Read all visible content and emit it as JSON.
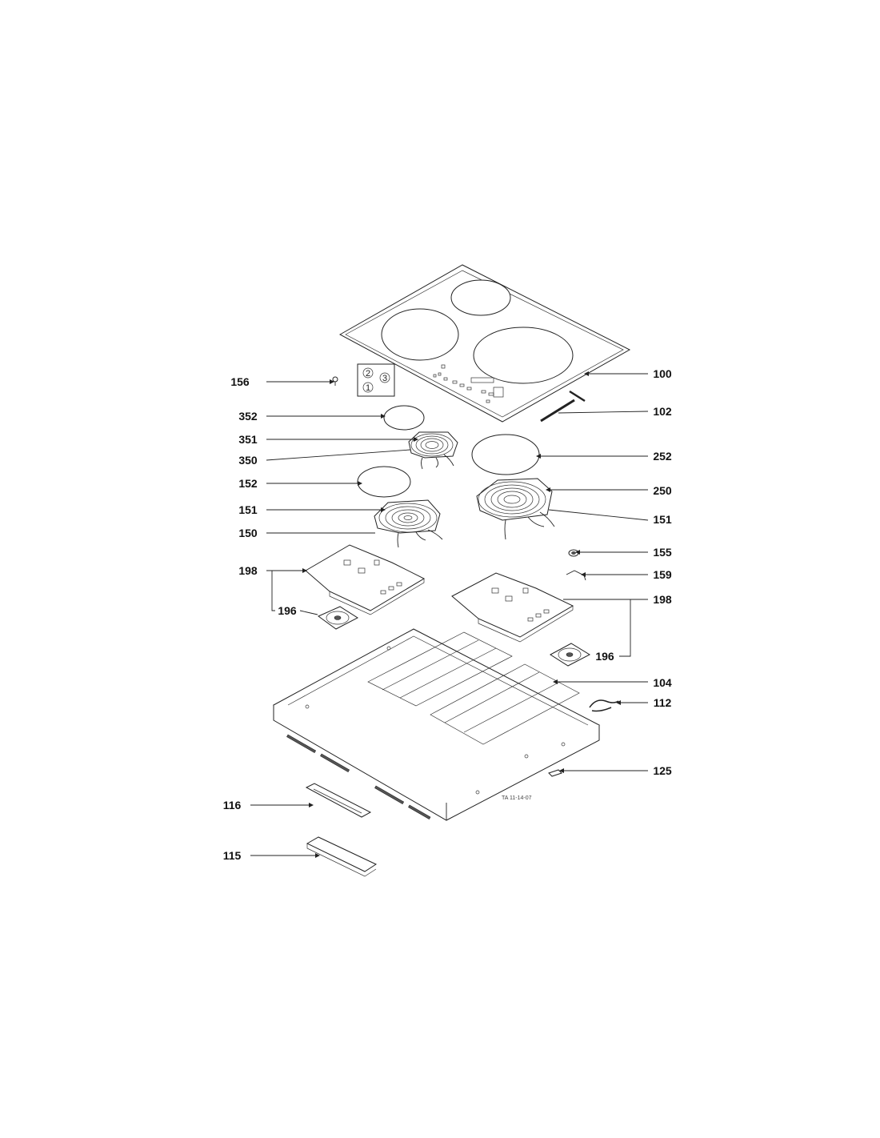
{
  "callouts": {
    "c156": "156",
    "c352": "352",
    "c351": "351",
    "c350": "350",
    "c152": "152",
    "c151a": "151",
    "c150": "150",
    "c198a": "198",
    "c196a": "196",
    "c100": "100",
    "c102": "102",
    "c252": "252",
    "c250": "250",
    "c151b": "151",
    "c155": "155",
    "c159": "159",
    "c198b": "198",
    "c196b": "196",
    "c104": "104",
    "c112": "112",
    "c125": "125",
    "c116": "116",
    "c115": "115"
  },
  "zone_legend": {
    "z2": "2",
    "z3": "3",
    "z1": "1"
  },
  "drawing_code": "TA 11-14-07"
}
